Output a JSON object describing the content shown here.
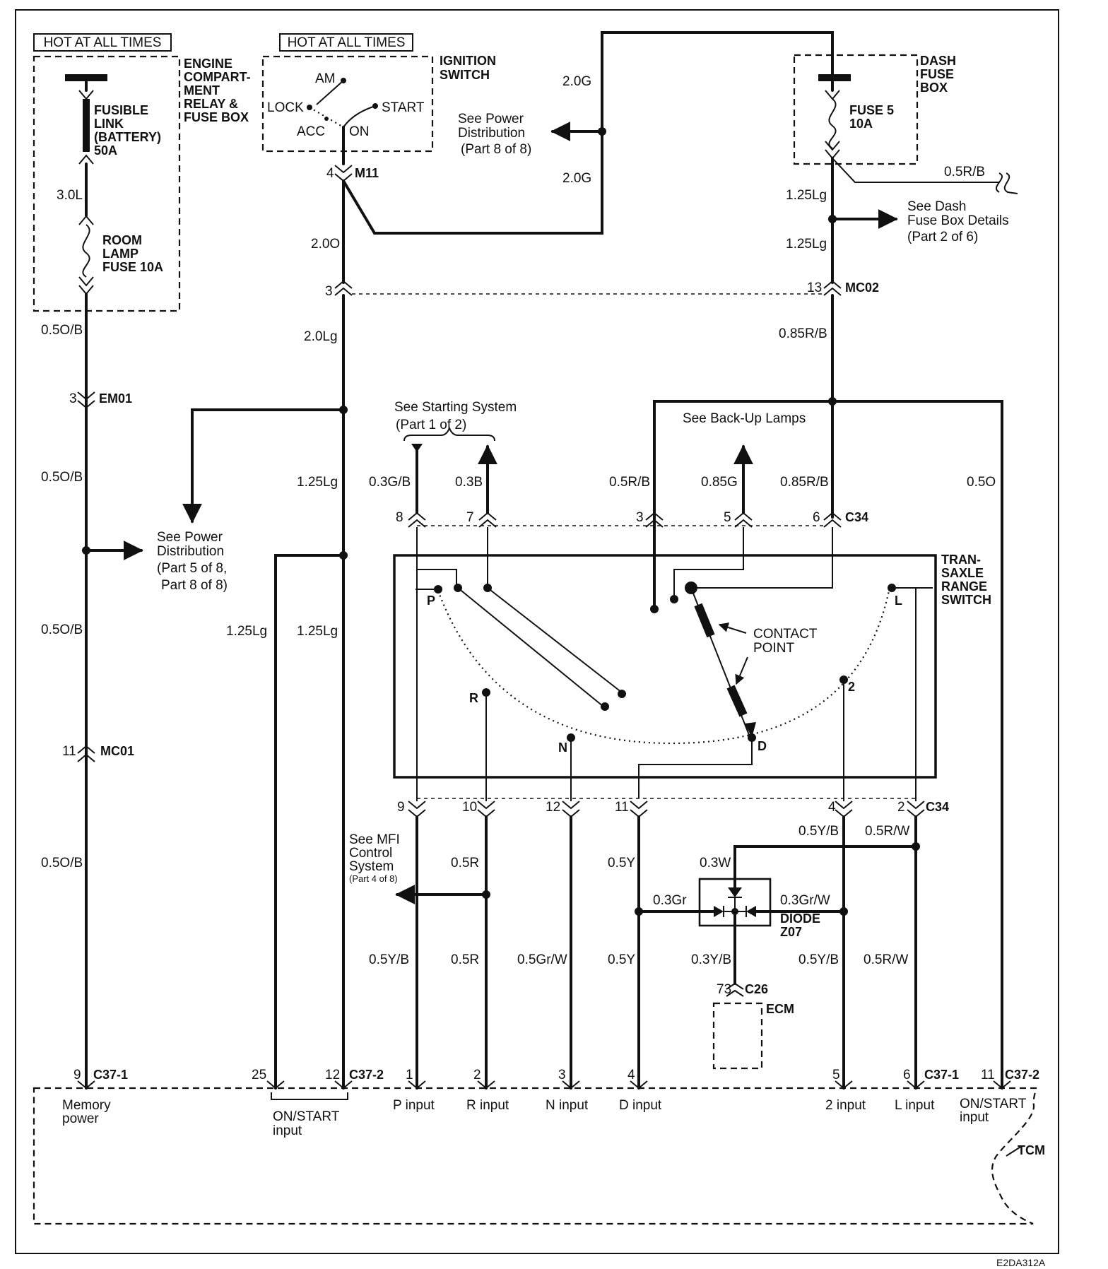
{
  "diagram_id": "E2DA312A",
  "hot_boxes": {
    "left": "HOT AT ALL TIMES",
    "ignition": "HOT AT ALL TIMES"
  },
  "engine_box": {
    "name": [
      "ENGINE",
      "COMPART-",
      "MENT",
      "RELAY &",
      "FUSE BOX"
    ]
  },
  "fusible_link": {
    "name": [
      "FUSIBLE",
      "LINK",
      "(BATTERY)",
      "50A"
    ]
  },
  "room_lamp_fuse": {
    "name": [
      "ROOM",
      "LAMP",
      "FUSE 10A"
    ]
  },
  "ignition": {
    "name": [
      "IGNITION",
      "SWITCH"
    ],
    "am": "AM",
    "lock": "LOCK",
    "start": "START",
    "acc": "ACC",
    "on": "ON"
  },
  "dash_box": {
    "name": [
      "DASH",
      "FUSE",
      "BOX"
    ],
    "fuse": [
      "FUSE 5",
      "10A"
    ]
  },
  "see_power_dist_top": [
    "See Power",
    "Distribution",
    "(Part 8 of 8)"
  ],
  "see_power_dist_left": [
    "See Power",
    "Distribution",
    "(Part 5 of 8,",
    "Part 8 of 8)"
  ],
  "see_dash_fuse": [
    "See Dash",
    "Fuse Box Details",
    "(Part 2 of 6)"
  ],
  "see_starting": [
    "See Starting System",
    "(Part 1 of 2)"
  ],
  "see_backup": "See Back-Up Lamps",
  "see_mfi": [
    "See MFI",
    "Control",
    "System",
    "(Part 4 of 8)"
  ],
  "switch": {
    "name": [
      "TRAN-",
      "SAXLE",
      "RANGE",
      "SWITCH"
    ],
    "positions": {
      "p": "P",
      "r": "R",
      "n": "N",
      "d": "D",
      "two": "2",
      "l": "L"
    },
    "contact_point": [
      "CONTACT",
      "POINT"
    ]
  },
  "diode": {
    "name": [
      "DIODE",
      "Z07"
    ]
  },
  "ecm": {
    "name": "ECM",
    "connector": "C26",
    "pin": "73"
  },
  "tcm": {
    "name": "TCM",
    "inputs": {
      "memory": [
        "Memory",
        "power"
      ],
      "onstart_left": [
        "ON/START",
        "input"
      ],
      "p": "P input",
      "r": "R input",
      "n": "N input",
      "d": "D input",
      "two": "2 input",
      "l": "L input",
      "onstart_right": [
        "ON/START",
        "input"
      ]
    }
  },
  "connectors": {
    "m11": "M11",
    "mc02": "MC02",
    "em01": "EM01",
    "mc01": "MC01",
    "c34": "C34",
    "c37_1": "C37-1",
    "c37_2": "C37-2"
  },
  "pins": {
    "m11": "4",
    "m11_lower": "3",
    "mc02": "13",
    "em01": "3",
    "mc01": "11",
    "c34_top": [
      "8",
      "7",
      "3",
      "5",
      "6"
    ],
    "c34_bottom": [
      "9",
      "10",
      "12",
      "11",
      "4",
      "2"
    ],
    "c37": [
      "9",
      "25",
      "12",
      "1",
      "2",
      "3",
      "4",
      "5",
      "6",
      "11"
    ]
  },
  "wires": {
    "w30L": "3.0L",
    "w05OB": "0.5O/B",
    "w20G": "2.0G",
    "w20O": "2.0O",
    "w20Lg": "2.0Lg",
    "w125Lg": "1.25Lg",
    "w05RB": "0.5R/B",
    "w085RB": "0.85R/B",
    "w03GB": "0.3G/B",
    "w03B": "0.3B",
    "w085G": "0.85G",
    "w05O": "0.5O",
    "w05YB": "0.5Y/B",
    "w05RW": "0.5R/W",
    "w05R": "0.5R",
    "w05Y": "0.5Y",
    "w03W": "0.3W",
    "w03Gr": "0.3Gr",
    "w03GrW": "0.3Gr/W",
    "w05GrW": "0.5Gr/W",
    "w03YB": "0.3Y/B"
  }
}
